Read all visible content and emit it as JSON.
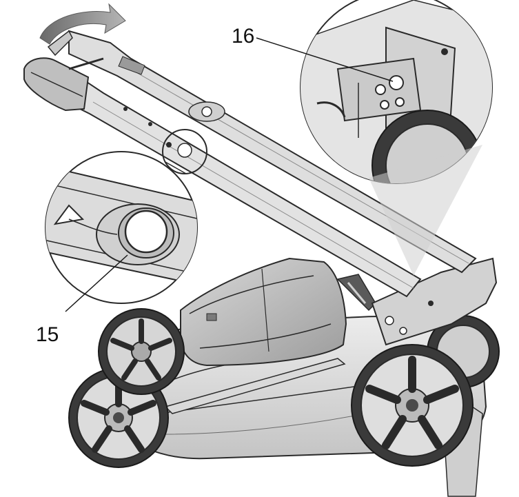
{
  "diagram": {
    "callouts": [
      {
        "id": "15",
        "label": "15"
      },
      {
        "id": "16",
        "label": "16"
      }
    ]
  },
  "colors": {
    "line": "#2a2a2a",
    "body": "#d4d4d4",
    "body_dark": "#a9a9a9",
    "body_light": "#e9e9e9",
    "tire": "#3a3a3a",
    "arrow": "#8c8c8c",
    "text": "#111111"
  },
  "icons": {
    "fold-arrow": "fold-arrow-icon"
  }
}
